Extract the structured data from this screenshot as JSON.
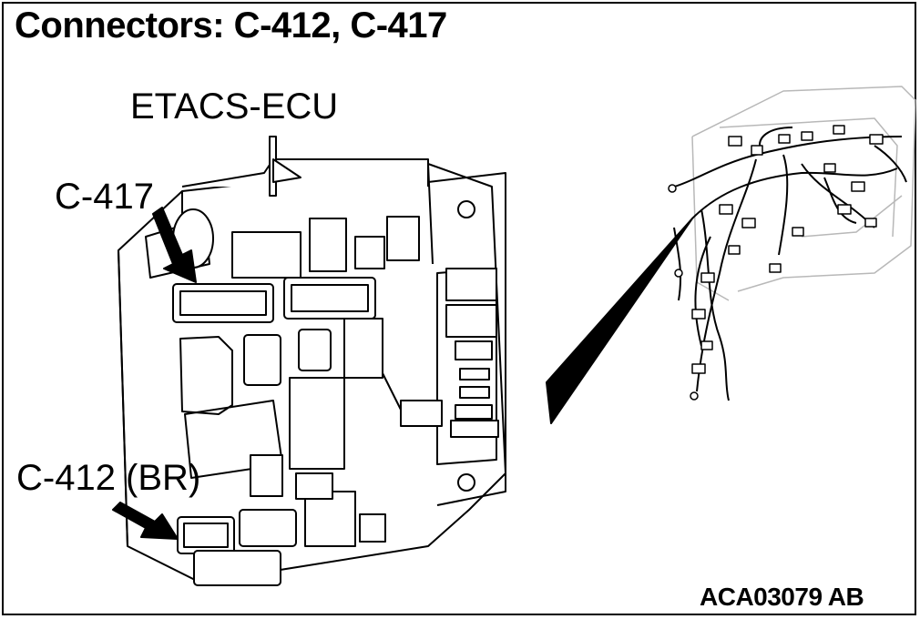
{
  "title": "Connectors: C-412, C-417",
  "labels": {
    "ecu": "ETACS-ECU",
    "c417": "C-417",
    "c412": "C-412 (BR)"
  },
  "figure_code": "ACA03079 AB"
}
